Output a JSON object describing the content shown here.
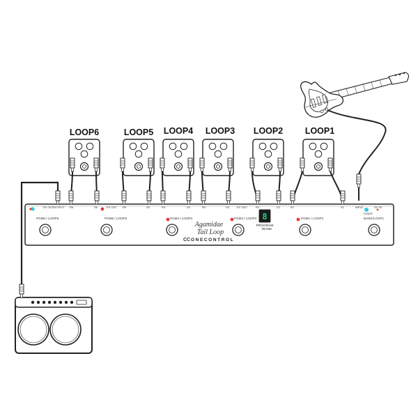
{
  "loops": [
    {
      "label": "LOOP6"
    },
    {
      "label": "LOOP5"
    },
    {
      "label": "LOOP4"
    },
    {
      "label": "LOOP3"
    },
    {
      "label": "LOOP2"
    },
    {
      "label": "LOOP1"
    }
  ],
  "jack_labels": [
    "EX OUT",
    "OUTPUT",
    "R6",
    "S6",
    "R5",
    "S5",
    "EX OUT",
    "R4",
    "S4",
    "R3",
    "S3",
    "EX OUT",
    "R2",
    "S2",
    "R1",
    "S1",
    "INPUT",
    "TUNER",
    "DC 9V"
  ],
  "switches": [
    {
      "label": "PGM6 / LOOP6"
    },
    {
      "label": "PGM5 / LOOP5"
    },
    {
      "label": "PGM4 / LOOP4"
    },
    {
      "label": "PGM3 / LOOP3"
    },
    {
      "label": "PGM1 / LOOP2"
    },
    {
      "label": "BANK/LOOP1"
    }
  ],
  "display": {
    "digit": "8",
    "label_line1": "PROGRAM",
    "label_line2": "/BANK"
  },
  "product": {
    "name_line1": "Agamidae",
    "name_line2": "Tail Loop",
    "brand": "ONECONTROL",
    "logo_mark": "CC"
  },
  "colors": {
    "accent_blue": "#39c7e0",
    "accent_red": "#e03b3b",
    "digit_green": "#1fd17a"
  }
}
